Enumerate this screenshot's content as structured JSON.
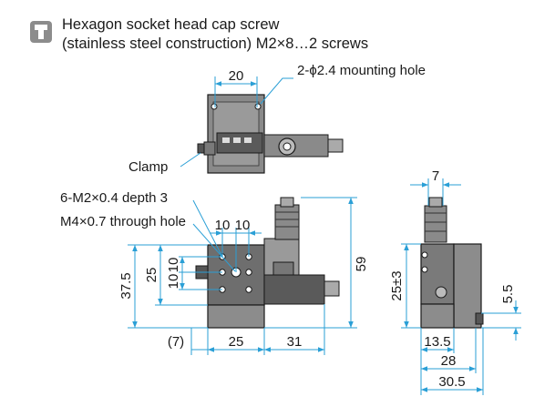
{
  "note": {
    "icon": "hex-screw-icon",
    "line1": "Hexagon socket head cap screw",
    "line2": "(stainless steel construction) M2×8…2 screws"
  },
  "callouts": {
    "mounting_hole": "2-ϕ2.4 mounting hole",
    "clamp": "Clamp",
    "tapped_holes": "6-M2×0.4 depth 3",
    "through_hole": "M4×0.7 through hole"
  },
  "dims": {
    "top_20": "20",
    "front_10a": "10",
    "front_10b": "10",
    "front_25": "25",
    "front_37_5": "37.5",
    "front_10c": "10",
    "front_10d": "10",
    "front_59": "59",
    "front_7p": "(7)",
    "front_25w": "25",
    "front_31": "31",
    "side_7": "7",
    "side_25pm3": "25±3",
    "side_5_5": "5.5",
    "side_13_5": "13.5",
    "side_28": "28",
    "side_30_5": "30.5"
  },
  "colors": {
    "dim_line": "#2a9fd6",
    "stage": "#7a7a7a",
    "outline": "#1a1a1a"
  }
}
